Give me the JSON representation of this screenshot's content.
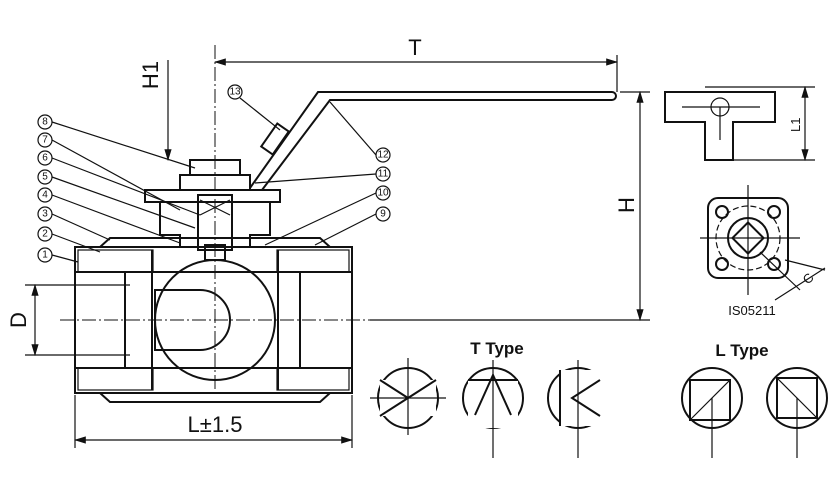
{
  "dimensions": {
    "T": "T",
    "H": "H",
    "H1": "H1",
    "D": "D",
    "L": "L±1.5",
    "L1": "L1",
    "C": "C"
  },
  "standard": "IS05211",
  "types": {
    "t_type": "T Type",
    "l_type": "L Type"
  },
  "callouts": [
    "1",
    "2",
    "3",
    "4",
    "5",
    "6",
    "7",
    "8",
    "9",
    "10",
    "11",
    "12",
    "13"
  ]
}
